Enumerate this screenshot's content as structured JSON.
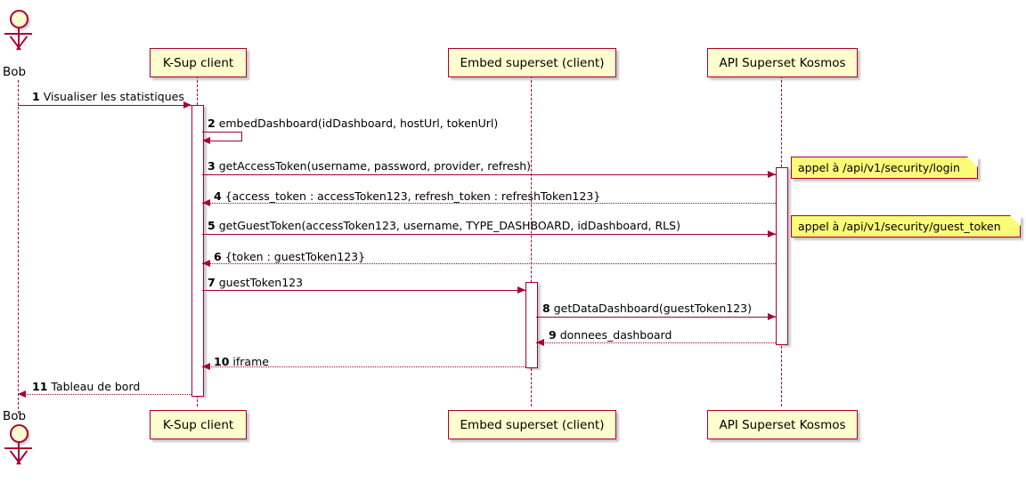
{
  "diagram": {
    "type": "sequence-diagram",
    "colors": {
      "line": "#A80036",
      "participant_fill": "#FEFECE",
      "note_fill": "#FBFB77",
      "background": "#FFFFFF"
    }
  },
  "actors": {
    "bob": {
      "name": "Bob",
      "name_bottom": "Bob"
    }
  },
  "participants": [
    {
      "id": "ksup",
      "label": "K-Sup client",
      "label_bottom": "K-Sup client"
    },
    {
      "id": "embed",
      "label": "Embed superset (client)",
      "label_bottom": "Embed superset (client)"
    },
    {
      "id": "api",
      "label": "API Superset Kosmos",
      "label_bottom": "API Superset Kosmos"
    }
  ],
  "messages": [
    {
      "num": "1",
      "text": "Visualiser les statistiques",
      "from": "bob",
      "to": "ksup",
      "style": "solid"
    },
    {
      "num": "2",
      "text": "embedDashboard(idDashboard, hostUrl, tokenUrl)",
      "from": "ksup",
      "to": "ksup",
      "style": "solid"
    },
    {
      "num": "3",
      "text": "getAccessToken(username, password, provider, refresh)",
      "from": "ksup",
      "to": "api",
      "style": "solid"
    },
    {
      "num": "4",
      "text": "{access_token : accessToken123, refresh_token : refreshToken123}",
      "from": "api",
      "to": "ksup",
      "style": "dotted"
    },
    {
      "num": "5",
      "text": "getGuestToken(accessToken123, username, TYPE_DASHBOARD, idDashboard, RLS)",
      "from": "ksup",
      "to": "api",
      "style": "solid"
    },
    {
      "num": "6",
      "text": "{token : guestToken123}",
      "from": "api",
      "to": "ksup",
      "style": "dotted"
    },
    {
      "num": "7",
      "text": "guestToken123",
      "from": "ksup",
      "to": "embed",
      "style": "solid"
    },
    {
      "num": "8",
      "text": "getDataDashboard(guestToken123)",
      "from": "embed",
      "to": "api",
      "style": "solid"
    },
    {
      "num": "9",
      "text": "donnees_dashboard",
      "from": "api",
      "to": "embed",
      "style": "dotted"
    },
    {
      "num": "10",
      "text": "iframe",
      "from": "embed",
      "to": "ksup",
      "style": "dotted"
    },
    {
      "num": "11",
      "text": "Tableau de bord",
      "from": "ksup",
      "to": "bob",
      "style": "dotted"
    }
  ],
  "notes": [
    {
      "id": "note-login",
      "text": "appel à /api/v1/security/login"
    },
    {
      "id": "note-guest-token",
      "text": "appel à /api/v1/security/guest_token"
    }
  ]
}
